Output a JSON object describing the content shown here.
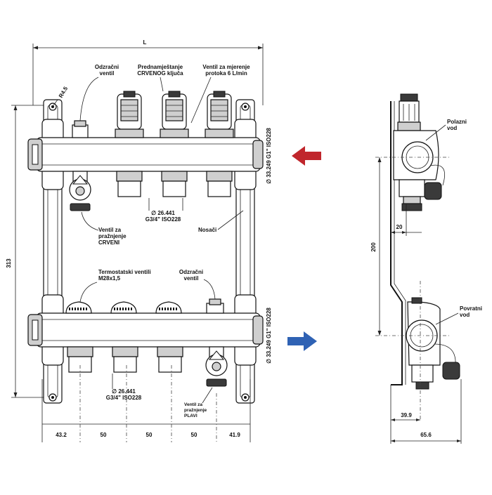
{
  "labels": {
    "dim_L": "L",
    "odzracni_top": [
      "Odzračni",
      "ventil"
    ],
    "prednamjestanje": [
      "Prednamještanje",
      "CRVENOG ključa"
    ],
    "mjerenje": [
      "Ventil za mjerenje",
      "protoka 6 L/min"
    ],
    "r45": "R4.5",
    "pipe_top": "∅ 33.249 G1\" ISO228",
    "pipe_bottom": "∅ 33.249 G1\" ISO228",
    "outlet_top": [
      "∅ 26.441",
      "G3/4\" ISO228"
    ],
    "outlet_bottom": [
      "∅ 26.441",
      "G3/4\" ISO228"
    ],
    "praznjenje_red": [
      "Ventil za",
      "pražnjenje",
      "CRVENI"
    ],
    "nosaci": "Nosači",
    "dim_313": "313",
    "termostatski": [
      "Termostatski ventili",
      "M28x1,5"
    ],
    "odzracni_bottom": [
      "Odzračni",
      "ventil"
    ],
    "praznjenje_blue": [
      "Ventil za",
      "pražnjenje",
      "PLAVI"
    ],
    "bottom_dims": [
      "43.2",
      "50",
      "50",
      "50",
      "41.9"
    ],
    "polazni": [
      "Polazni",
      "vod"
    ],
    "povratni": [
      "Povratni",
      "vod"
    ],
    "dim_20": "20",
    "dim_200": "200",
    "dim_39_9": "39.9",
    "dim_65_6": "65.6"
  },
  "colors": {
    "arrow_in": "#c0262c",
    "arrow_out": "#2f62b4"
  },
  "icons": {
    "arrow_in": "arrow-left-icon",
    "arrow_out": "arrow-right-icon"
  }
}
